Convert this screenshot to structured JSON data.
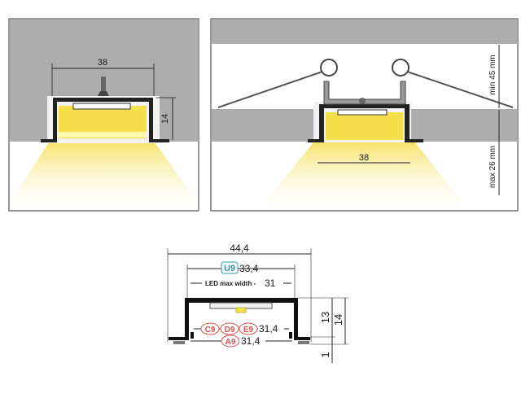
{
  "panel_left": {
    "width_dim": "38",
    "height_dim": "14"
  },
  "panel_right": {
    "width_dim": "38",
    "min_dim": "min 45 mm",
    "max_dim": "max 26 mm"
  },
  "profile": {
    "outer_width": "44,4",
    "u9_code": "U9",
    "u9_value": "33,4",
    "led_label": "LED max width -",
    "led_value": "31",
    "codes_row": [
      "C9",
      "D9",
      "E9"
    ],
    "codes_row_value": "31,4",
    "a9_code": "A9",
    "a9_value": "31,4",
    "dim_13": "13",
    "dim_14": "14",
    "dim_1": "1"
  },
  "colors": {
    "ceiling_gray": "#adadad",
    "light_yellow": "#f7e67a",
    "led_yellow": "#f5e04b",
    "frame_border": "#555555",
    "code_red": "#d9534f",
    "code_teal": "#2a9d9d"
  }
}
